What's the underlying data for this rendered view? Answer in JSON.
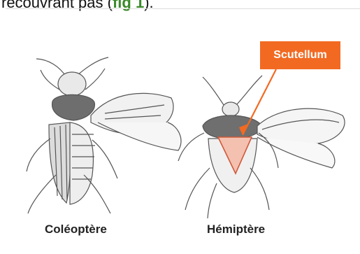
{
  "header": {
    "text_prefix": "recouvrant pas (",
    "fig_label": "fig 1",
    "text_suffix": ")."
  },
  "figure": {
    "left_caption": "Coléoptère",
    "right_caption": "Hémiptère",
    "callout_label": "Scutellum",
    "callout_color": "#f26a22"
  }
}
